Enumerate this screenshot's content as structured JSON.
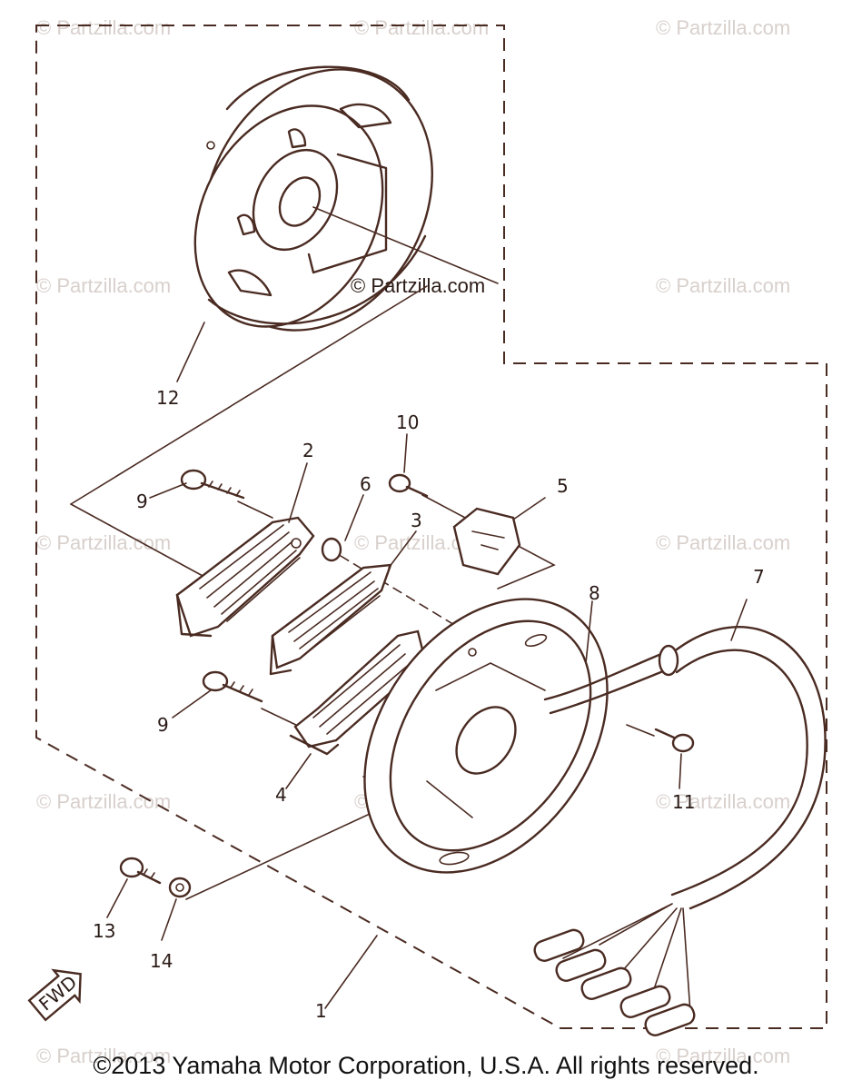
{
  "watermark": "© Partzilla.com",
  "center_watermark": "© Partzilla.com",
  "copyright": "©2013 Yamaha Motor Corporation, U.S.A. All rights reserved.",
  "direction_tag": "FWD",
  "callouts": {
    "c1": "1",
    "c2": "2",
    "c3": "3",
    "c4": "4",
    "c5": "5",
    "c6": "6",
    "c7": "7",
    "c8": "8",
    "c9a": "9",
    "c9b": "9",
    "c10": "10",
    "c11": "11",
    "c12": "12",
    "c13": "13",
    "c14": "14"
  },
  "colors": {
    "ink": "#4a2b22",
    "watermark": "#d8d0cc"
  }
}
